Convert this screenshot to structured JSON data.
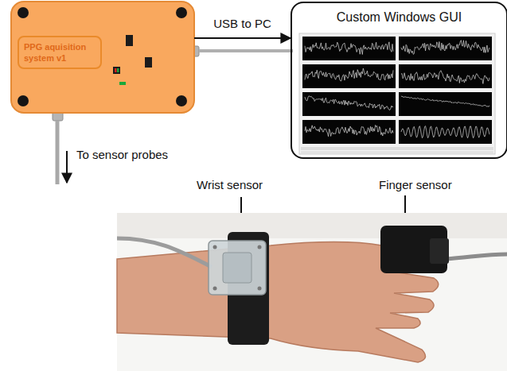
{
  "diagram": {
    "nodes": [
      {
        "text": [
          "PPG aquisition system v1"
        ]
      },
      {
        "text": [
          "Custom Windows GUI"
        ]
      }
    ],
    "edges": [
      {
        "from": 0,
        "to": 1,
        "arrow": "to",
        "label": "USB to PC"
      }
    ],
    "labels": [
      "To sensor probes",
      "Wrist sensor",
      "Finger sensor"
    ]
  }
}
